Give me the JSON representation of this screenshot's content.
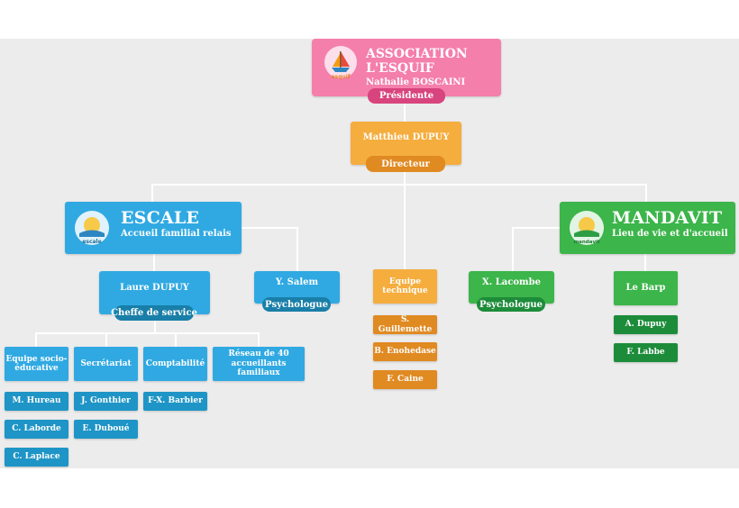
{
  "colors": {
    "background": "#ececec",
    "pink": "#f47fab",
    "pink_dark": "#d8447e",
    "orange": "#f5ad3e",
    "orange_dark": "#e08a22",
    "blue": "#30a9e2",
    "blue_dark": "#197fa8",
    "blue_medium": "#1e95c6",
    "green": "#3cb54a",
    "green_dark": "#1d8c3a",
    "connector": "#ffffff"
  },
  "president": {
    "org": "ASSOCIATION L'ESQUIF",
    "name": "Nathalie BOSCAINI",
    "role": "Présidente",
    "logo_icon": "esquif-boat-logo-icon"
  },
  "director": {
    "name": "Matthieu DUPUY",
    "role": "Directeur"
  },
  "escale": {
    "title": "ESCALE",
    "subtitle": "Accueil familial relais",
    "logo_icon": "escale-logo-icon",
    "chief": {
      "name": "Laure DUPUY",
      "role": "Cheffe de service"
    },
    "psychologist": {
      "name": "Y. Salem",
      "role": "Psychologue"
    },
    "departments": [
      {
        "label": "Equipe socio-éducative",
        "members": [
          "M. Hureau",
          "C. Laborde",
          "C. Laplace"
        ]
      },
      {
        "label": "Secrétariat",
        "members": [
          "J. Gonthier",
          "E. Duboué"
        ]
      },
      {
        "label": "Comptabilité",
        "members": [
          "F-X. Barbier"
        ]
      },
      {
        "label": "Réseau de 40 accueillants familiaux",
        "members": []
      }
    ]
  },
  "technical": {
    "label": "Equipe technique",
    "members": [
      "S. Guillemette",
      "B. Enohedase",
      "F. Caine"
    ]
  },
  "mandavit": {
    "title": "MANDAVIT",
    "subtitle": "Lieu de vie et d'accueil",
    "logo_icon": "mandavit-logo-icon",
    "psychologist": {
      "name": "X. Lacombe",
      "role": "Psychologue"
    },
    "site": {
      "label": "Le Barp",
      "members": [
        "A. Dupuy",
        "F. Labbe"
      ]
    }
  }
}
